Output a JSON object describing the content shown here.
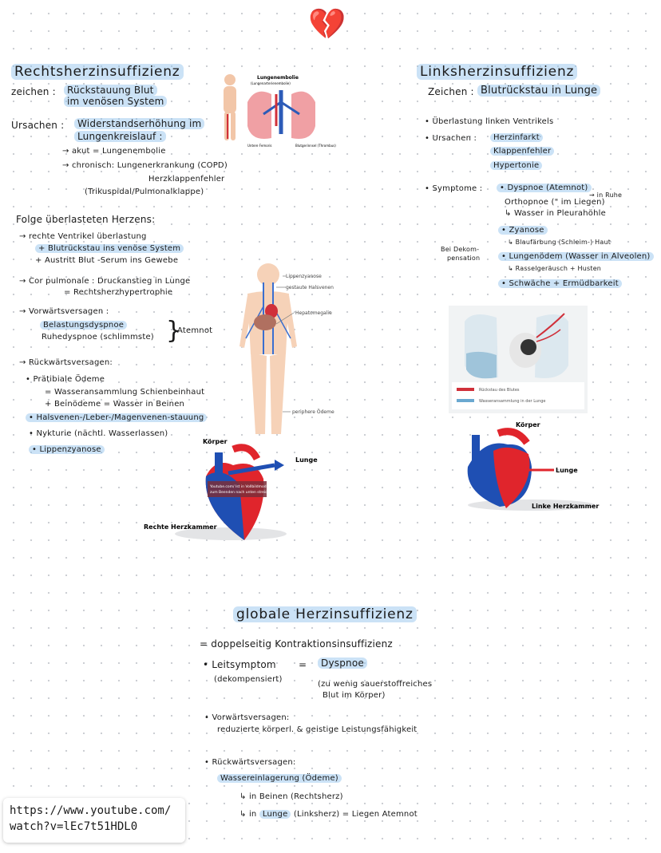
{
  "top": {
    "heart_icon": "💔"
  },
  "rechts": {
    "title": "Rechtsherzinsuffizienz",
    "zeichen_label": "zeichen :",
    "zeichen_1": "Rückstauung Blut",
    "zeichen_2": "im venösen System",
    "ursachen_label": "Ursachen :",
    "ursachen_1": "Widerstandserhöhung im",
    "ursachen_2": "Lungenkreislauf :",
    "akut": "→ akut = Lungenembolie",
    "chronisch": "→ chronisch: Lungenerkrankung (COPD)",
    "herzklappen": "Herzklappenfehler",
    "klappen": "(Trikuspidal/Pulmonalklappe)",
    "folge": "Folge überlasteten Herzens:",
    "f1": "→ rechte Ventrikel überlastung",
    "f2": "+ Blutrückstau ins venöse System",
    "f3": "+ Austritt Blut -Serum ins Gewebe",
    "cor": "→ Cor pulmonale : Druckanstieg in Lunge",
    "cor2": "= Rechtsherzhypertrophie",
    "vv": "→ Vorwärtsversagen :",
    "vv1": "Belastungsdyspnoe",
    "vv2": "Ruhedyspnoe (schlimmste)",
    "vv_res": "Atemnot",
    "rv": "→ Rückwärtsversagen:",
    "rv1": "• Prätibiale Ödeme",
    "rv1a": "= Wasseransammlung Schienbeinhaut",
    "rv1b": "+ Beinödeme = Wasser in Beinen",
    "rv2": "• Halsvenen-/Leber-/Magenvenen-stauung",
    "rv3": "• Nykturie (nächtl. Wasserlassen)",
    "rv4": "• Lippenzyanose"
  },
  "links": {
    "title": "Linksherzinsuffizienz",
    "zeichen_label": "Zeichen :",
    "zeichen": "Blutrückstau in Lunge",
    "b1": "• Überlastung linken Ventrikels",
    "b2_label": "• Ursachen :",
    "u1": "Herzinfarkt",
    "u2": "Klappenfehler",
    "u3": "Hypertonie",
    "sym_label": "• Symptome :",
    "s1": "• Dyspnoe (Atemnot)",
    "s1b": "→ in Ruhe",
    "s2": "Orthopnoe (\" im Liegen)",
    "s3": "↳ Wasser in Pleurahöhle",
    "dekomp_1": "Bei Dekom-",
    "dekomp_2": "pensation",
    "s4": "• Zyanose",
    "s4a": "↳ Blaufärbung (Schleim-) Haut",
    "s5": "• Lungenödem (Wasser in Alveolen)",
    "s5a": "↳ Rasselgeräusch + Husten",
    "s6": "• Schwäche + Ermüdbarkeit"
  },
  "global": {
    "title": "globale Herzinsuffizienz",
    "g1": "= doppelseitig Kontraktionsinsuffizienz",
    "g2_label": "• Leitsymptom",
    "g2_eq": "=",
    "g2_val": "Dyspnoe",
    "g2_note": "(dekompensiert)",
    "g2_paren_1": "(zu wenig sauerstoffreiches",
    "g2_paren_2": "Blut im Körper)",
    "g3": "• Vorwärtsversagen:",
    "g3a": "reduzierte körperl. & geistige Leistungsfähigkeit",
    "g4": "• Rückwärtsversagen:",
    "g4a": "Wassereinlagerung (Ödeme)",
    "g4b": "↳ in Beinen (Rechtsherz)",
    "g4c_pre": "↳ in",
    "g4c_hl": "Lunge",
    "g4c_post": "(Linksherz) = Liegen Atemnot"
  },
  "figures": {
    "lungen_title": "Lungenembolie",
    "lungen_sub": "(Lungenarterienembolie)",
    "lungen_lbl1": "Untere Femoris",
    "lungen_lbl2": "Blutgerinnsel (Thrombus)",
    "body_labels": [
      "Lippenzyanose",
      "gestaute Halsvenen",
      "Hepatomegalie",
      "periphere Ödeme"
    ],
    "right_heart_koerper": "Körper",
    "right_heart_lunge": "Lunge",
    "right_heart_caption": "Rechte Herzkammer",
    "right_heart_overlay_1": "Youtube.com/ Ist in Vollbildmodus",
    "right_heart_overlay_2": "zum Beenden nach unten streichen",
    "left_heart_koerper": "Körper",
    "left_heart_lunge": "Lunge",
    "left_heart_caption": "Linke Herzkammer",
    "lung_legend_1": "Rückstau des Blutes",
    "lung_legend_2": "Wasseransammlung in der Lunge"
  },
  "url": {
    "line1": "https://www.youtube.com/",
    "line2": "watch?v=lEc7t51HDL0"
  },
  "colors": {
    "highlight": "#8cbeeb",
    "heart_red": "#e0252c",
    "heart_blue": "#1f4fb3"
  }
}
